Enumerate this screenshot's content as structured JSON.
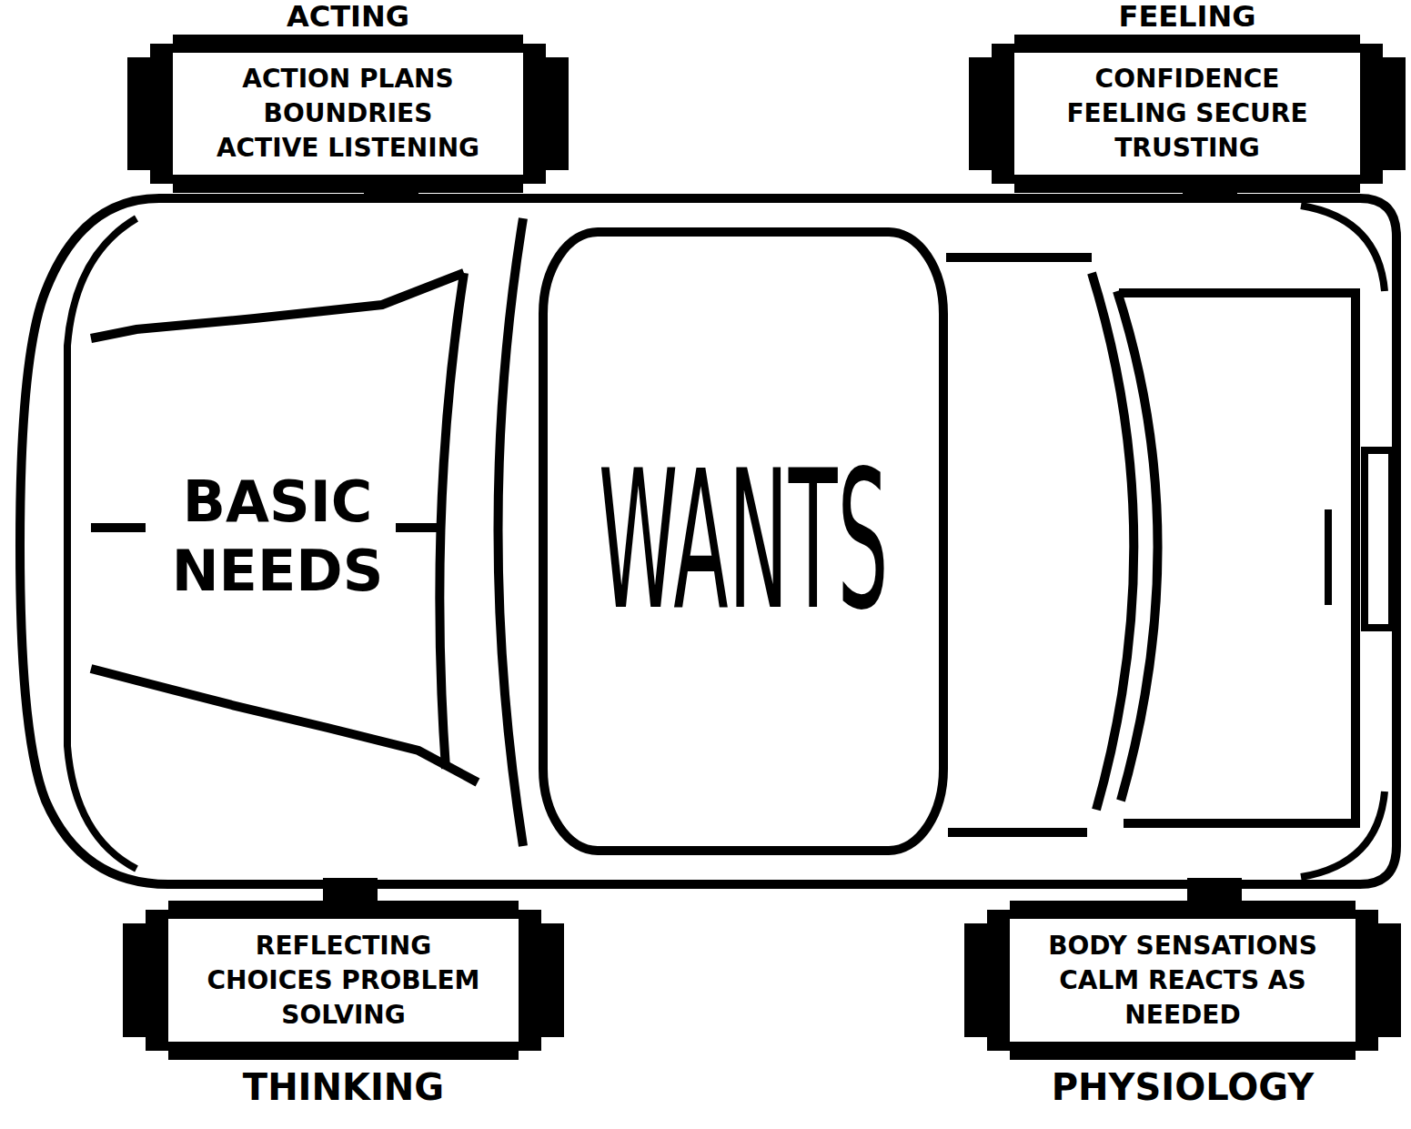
{
  "diagram": {
    "nodes": [
      {
        "text": [
          "ACTING",
          "ACTION PLANS BOUNDRIES ACTIVE LISTENING"
        ]
      },
      {
        "text": [
          "FEELING",
          "CONFIDENCE FEELING SECURE TRUSTING"
        ]
      },
      {
        "text": [
          "BASIC NEEDS"
        ]
      },
      {
        "text": [
          "WANTS"
        ]
      },
      {
        "text": [
          "REFLECTING CHOICES PROBLEM SOLVING",
          "THINKING"
        ]
      },
      {
        "text": [
          "BODY SENSATIONS CALM REACTS AS NEEDED",
          "PHYSIOLOGY"
        ]
      }
    ]
  }
}
